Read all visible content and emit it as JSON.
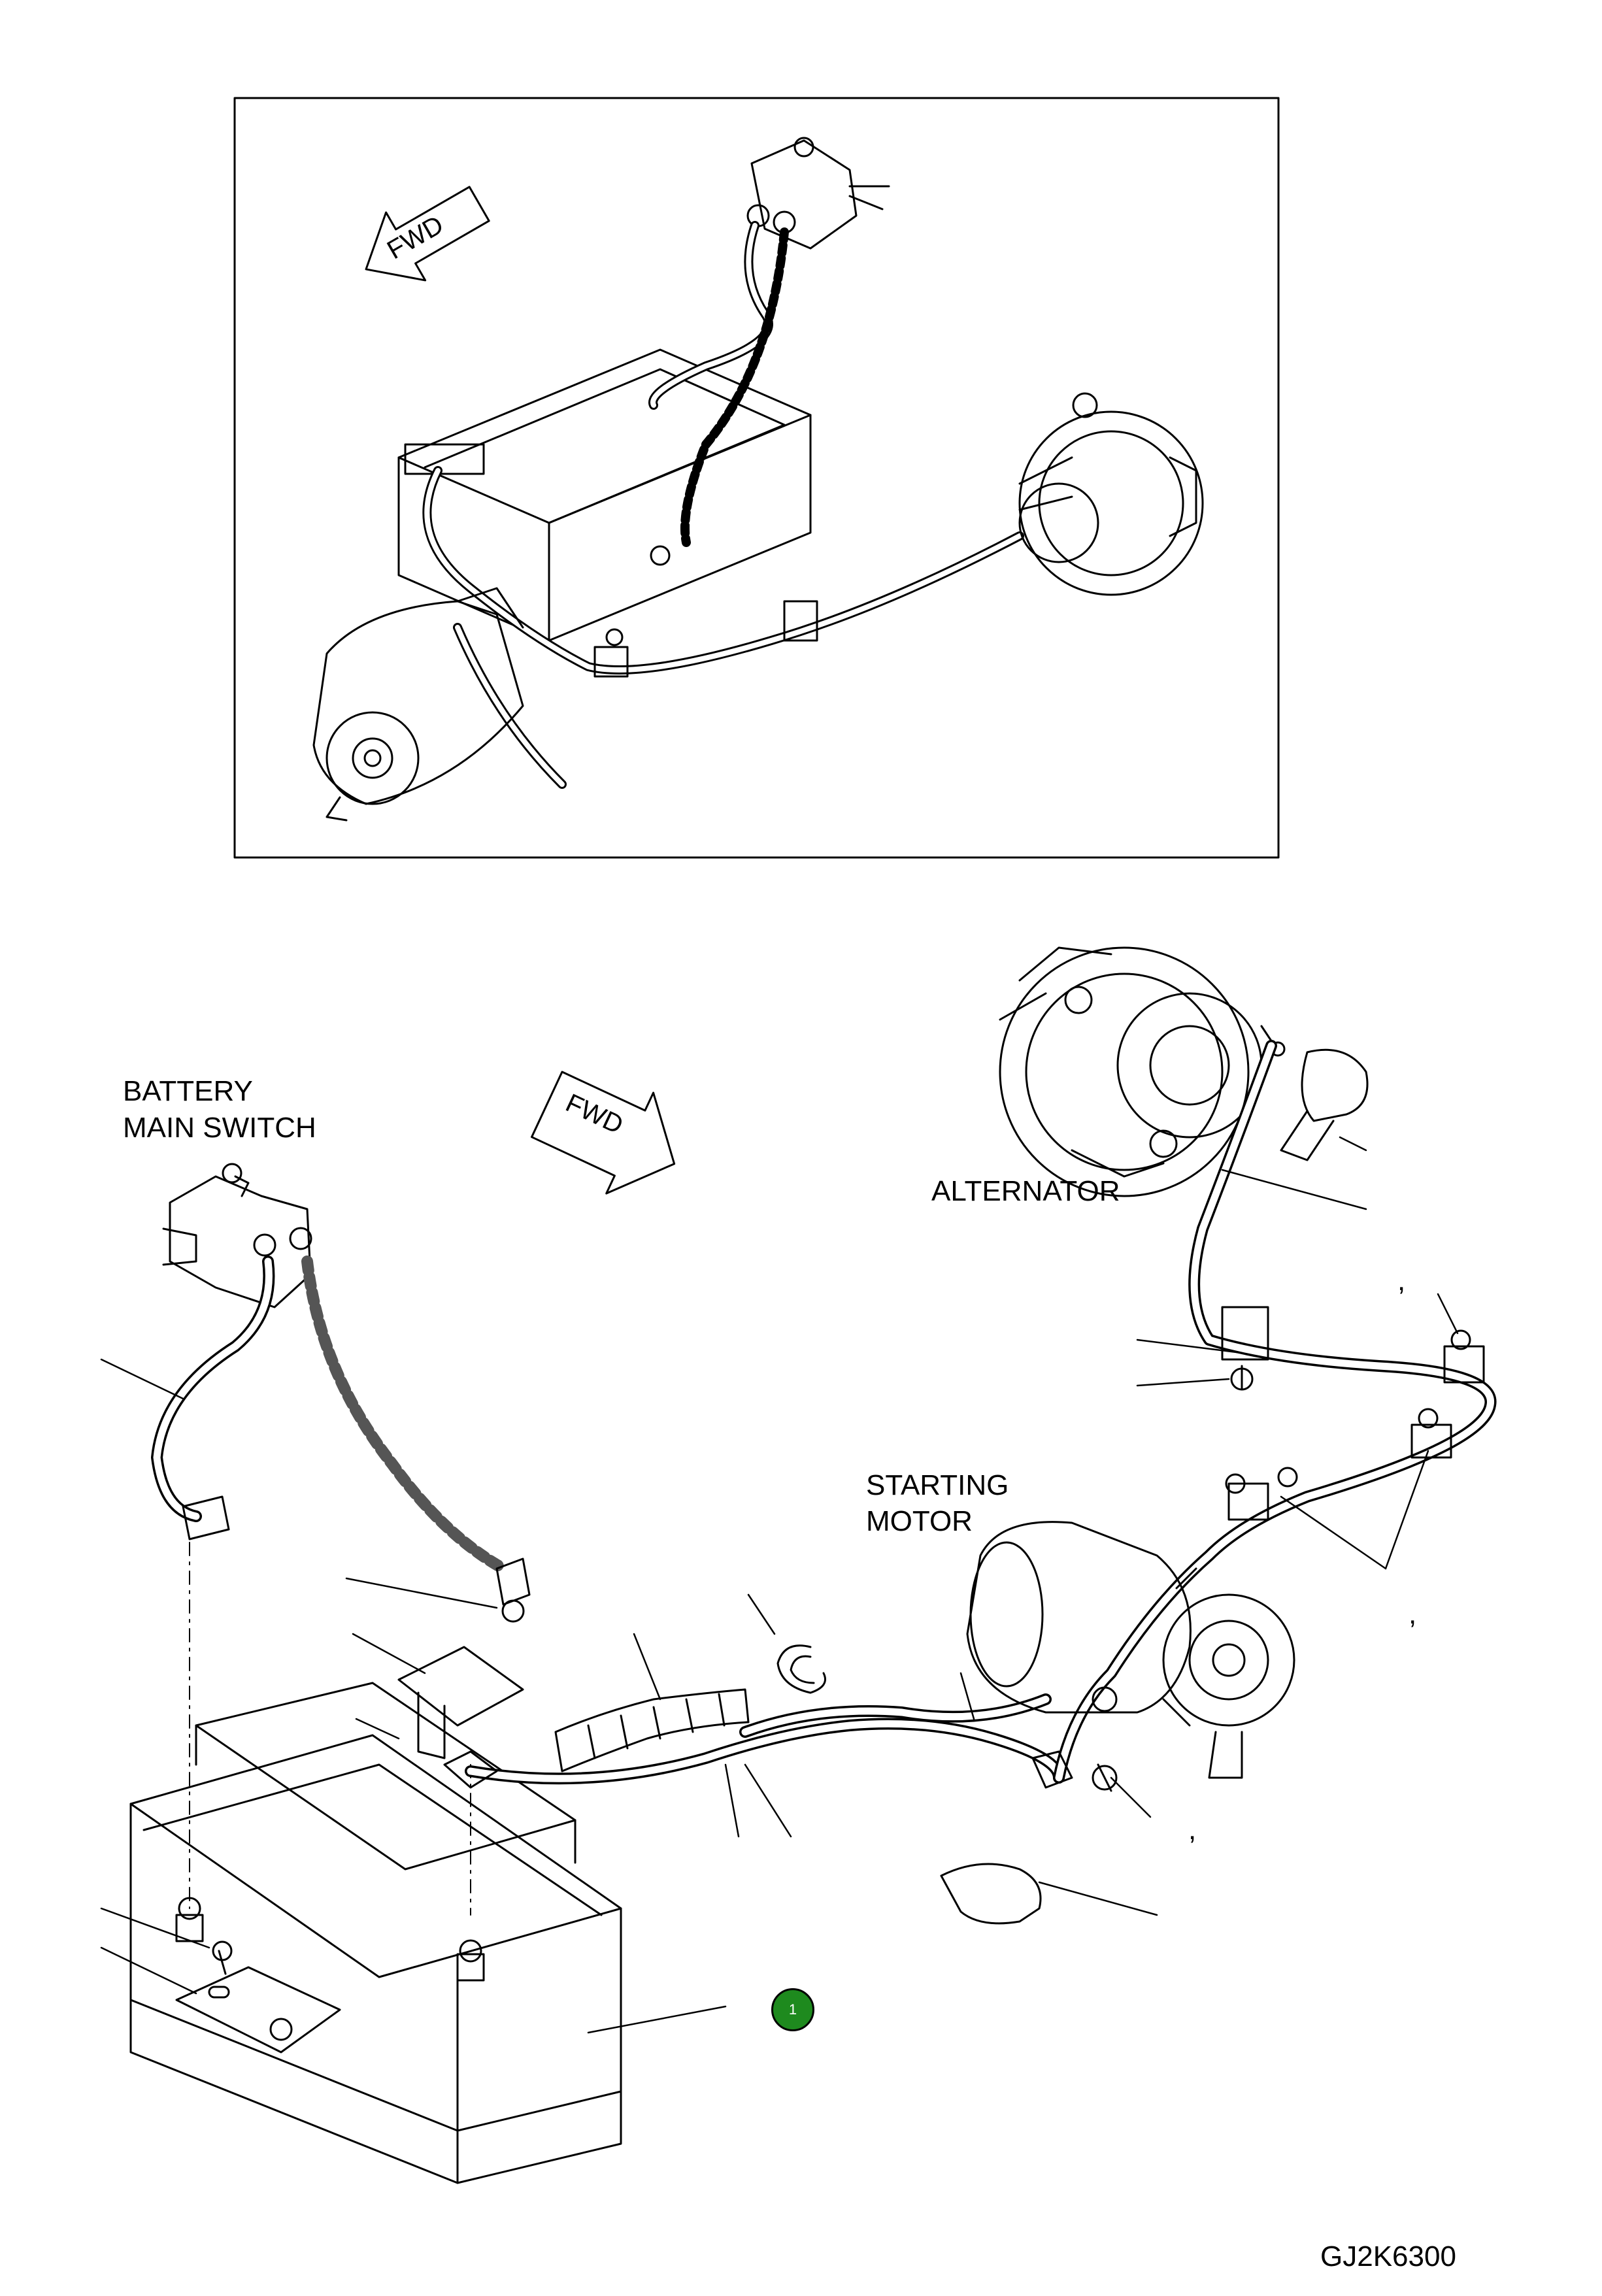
{
  "labels": {
    "battery_main_switch_line1": "BATTERY",
    "battery_main_switch_line2": "MAIN SWITCH",
    "alternator": "ALTERNATOR",
    "starting_motor_line1": "STARTING",
    "starting_motor_line2": "MOTOR",
    "fwd_top": "FWD",
    "fwd_bottom": "FWD",
    "drawing_number": "GJ2K6300",
    "callout_1": "1"
  },
  "commas": [
    ",",
    ",",
    ","
  ],
  "colors": {
    "line": "#000000",
    "dashed": "#555555",
    "badge_fill": "#1e8a1e",
    "background": "#ffffff"
  }
}
